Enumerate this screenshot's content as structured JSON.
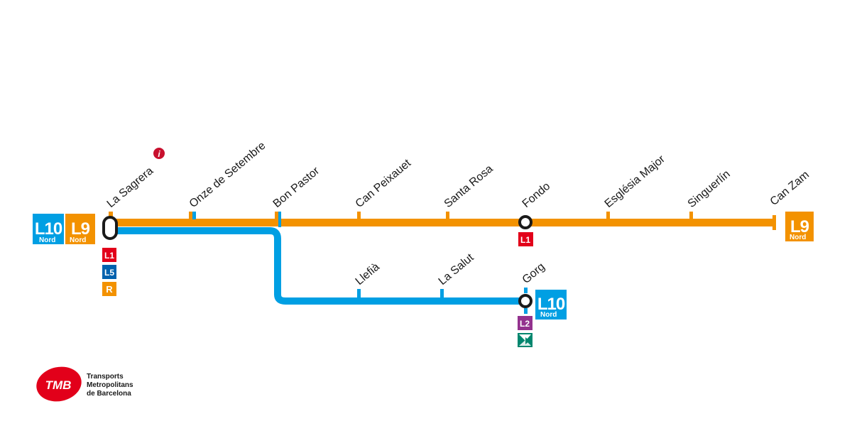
{
  "colors": {
    "l9": "#F39200",
    "l10": "#009FE3",
    "l1": "#E2001A",
    "l5": "#0062AE",
    "rodalies": "#F39200",
    "l2": "#93328E",
    "tram": "#00866E",
    "info": "#C8102E",
    "tmb": "#E2001A"
  },
  "lines": {
    "l10": {
      "code": "L10",
      "sub": "Nord"
    },
    "l9": {
      "code": "L9",
      "sub": "Nord"
    }
  },
  "stations": {
    "la_sagrera": "La Sagrera",
    "onze_de_setembre": "Onze de Setembre",
    "bon_pastor": "Bon Pastor",
    "can_peixauet": "Can Peixauet",
    "santa_rosa": "Santa Rosa",
    "fondo": "Fondo",
    "esglesia_major": "Església Major",
    "singuerlin": "Singuerlín",
    "can_zam": "Can Zam",
    "llefia": "Llefià",
    "la_salut": "La Salut",
    "gorg": "Gorg"
  },
  "connections": {
    "l1": "L1",
    "l5": "L5",
    "rodalies": "R",
    "l2": "L2",
    "info": "i",
    "tram": "tram-icon"
  },
  "logo": {
    "mark": "TMB",
    "line1": "Transports",
    "line2": "Metropolitans",
    "line3": "de Barcelona"
  }
}
